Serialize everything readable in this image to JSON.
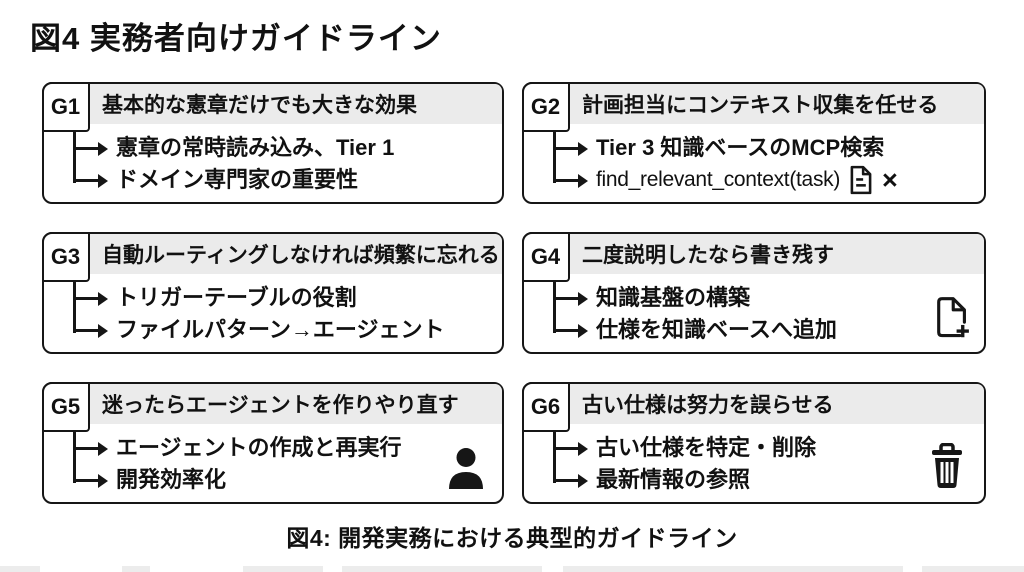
{
  "page_title": "図4 実務者向けガイドライン",
  "caption": "図4: 開発実務における典型的ガイドライン",
  "colors": {
    "card_border": "#161616",
    "header_bg": "#ebebeb",
    "card_bg": "#ffffff",
    "text": "#111111",
    "icon": "#111111"
  },
  "cards": [
    {
      "tag": "G1",
      "title": "基本的な憲章だけでも大きな効果",
      "bullets": [
        "憲章の常時読み込み、Tier 1",
        "ドメイン専門家の重要性"
      ],
      "icons": []
    },
    {
      "tag": "G2",
      "title": "計画担当にコンテキスト収集を任せる",
      "bullets": [
        "Tier 3 知識ベースのMCP検索",
        "find_relevant_context(task)"
      ],
      "close_glyph": "×",
      "icons": [
        "document-icon",
        "close-icon"
      ]
    },
    {
      "tag": "G3",
      "title": "自動ルーティングしなければ頻繁に忘れる",
      "bullets": [
        "トリガーテーブルの役割",
        "ファイルパターン→エージェント"
      ],
      "icons": []
    },
    {
      "tag": "G4",
      "title": "二度説明したなら書き残す",
      "bullets": [
        "知識基盤の構築",
        "仕様を知識ベースへ追加"
      ],
      "icons": [
        "note-add-icon"
      ]
    },
    {
      "tag": "G5",
      "title": "迷ったらエージェントを作りやり直す",
      "bullets": [
        "エージェントの作成と再実行",
        "開発効率化"
      ],
      "icons": [
        "person-icon"
      ]
    },
    {
      "tag": "G6",
      "title": "古い仕様は努力を誤らせる",
      "bullets": [
        "古い仕様を特定・削除",
        "最新情報の参照"
      ],
      "icons": [
        "trash-icon"
      ]
    }
  ]
}
